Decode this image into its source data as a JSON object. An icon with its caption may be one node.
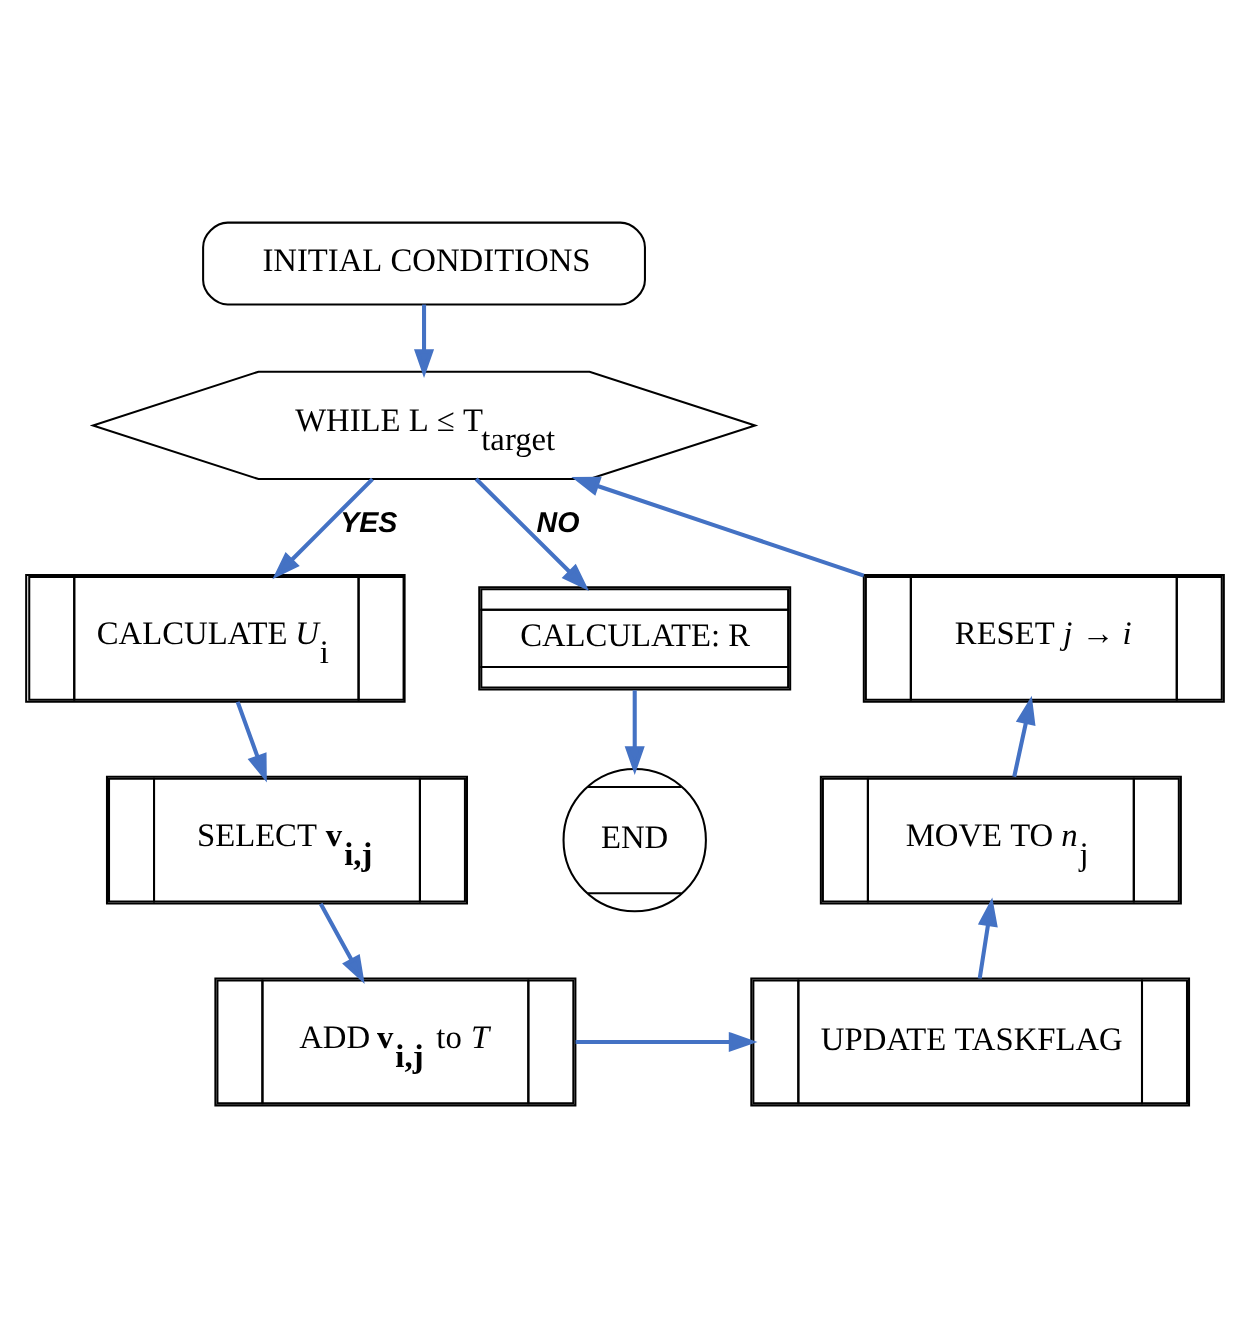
{
  "diagram": {
    "nodes": [
      {
        "text": [
          "INITIAL CONDITIONS"
        ]
      },
      {
        "text": [
          "WHILE L ≤ T$_{target}$"
        ]
      },
      {
        "text": [
          "CALCULATE *U*$_{i}$"
        ]
      },
      {
        "text": [
          "SELECT **v$_{i,j}$**"
        ]
      },
      {
        "text": [
          "ADD **v$_{i,j}$** to *T*"
        ]
      },
      {
        "text": [
          "UPDATE TASKFLAG"
        ]
      },
      {
        "text": [
          "MOVE TO *n*$_{j}$"
        ]
      },
      {
        "text": [
          "RESET *j* → *i*"
        ]
      },
      {
        "text": [
          "CALCULATE: R"
        ]
      },
      {
        "text": [
          "END"
        ]
      }
    ],
    "edges": [
      {
        "from": 0,
        "to": 1,
        "arrow": "to"
      },
      {
        "from": 1,
        "to": 8,
        "arrow": "to",
        "label": "NO"
      },
      {
        "from": 1,
        "to": 2,
        "arrow": "to",
        "label": "YES"
      },
      {
        "from": 2,
        "to": 3,
        "arrow": "to"
      },
      {
        "from": 3,
        "to": 4,
        "arrow": "to"
      },
      {
        "from": 4,
        "to": 5,
        "arrow": "to"
      },
      {
        "from": 5,
        "to": 6,
        "arrow": "to"
      },
      {
        "from": 6,
        "to": 7,
        "arrow": "to"
      },
      {
        "from": 7,
        "to": 1,
        "arrow": "to"
      },
      {
        "from": 8,
        "to": 9,
        "arrow": "to"
      }
    ]
  }
}
